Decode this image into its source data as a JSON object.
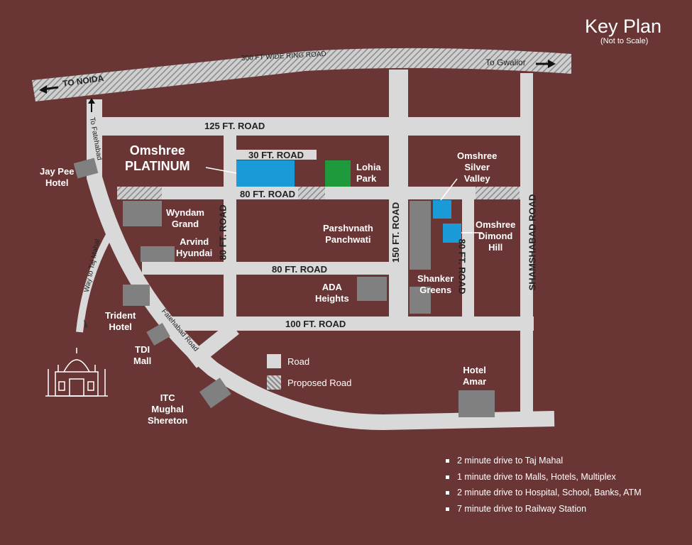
{
  "title": "Key Plan",
  "subtitle": "(Not to Scale)",
  "roads": {
    "ring_road": "300 FT WIDE RING ROAD",
    "to_noida": "TO NOIDA",
    "to_gwalior": "To Gwalior",
    "r125": "125 FT. ROAD",
    "r30": "30 FT. ROAD",
    "r80_top": "80 FT. ROAD",
    "r80_left_vertical": "80 FT. ROAD",
    "r80_middle": "80 FT. ROAD",
    "r150": "150 FT. ROAD",
    "r80_right_vertical": "80 FT. ROAD",
    "shamshabad": "SHAMSHABAD ROAD",
    "r100": "100 FT. ROAD",
    "to_fatehabad": "To Fatehabad",
    "way_to_taj": "Way to Taj Mahal",
    "fatehabad_road": "Fatehabad Road"
  },
  "project": {
    "line1": "Omshree",
    "line2": "PLATINUM",
    "color": "#1a9ad6"
  },
  "landmarks": {
    "jaypee": [
      "Jay Pee",
      "Hotel"
    ],
    "wyndam": [
      "Wyndam",
      "Grand"
    ],
    "arvind": [
      "Arvind",
      "Hyundai"
    ],
    "trident": [
      "Trident",
      "Hotel"
    ],
    "tdi": [
      "TDI",
      "Mall"
    ],
    "itc": [
      "ITC",
      "Mughal",
      "Shereton"
    ],
    "lohia": [
      "Lohia",
      "Park"
    ],
    "parshvnath": [
      "Parshvnath",
      "Panchwati"
    ],
    "ada": [
      "ADA",
      "Heights"
    ],
    "silver_valley": [
      "Omshree",
      "Silver",
      "Valley"
    ],
    "dimond_hill": [
      "Omshree",
      "Dimond",
      "Hill"
    ],
    "shanker": [
      "Shanker",
      "Greens"
    ],
    "hotel_amar": [
      "Hotel",
      "Amar"
    ]
  },
  "legend": {
    "road": "Road",
    "proposed": "Proposed Road"
  },
  "notes": [
    "2 minute drive to Taj Mahal",
    "1 minute drive to Malls, Hotels, Multiplex",
    "2 minute drive to Hospital, School, Banks, ATM",
    "7 minute drive to Railway Station"
  ],
  "colors": {
    "background": "#6a3535",
    "road": "#d9d9d9",
    "building": "#808080",
    "project_blue": "#1a9ad6",
    "park_green": "#1e9a3c"
  }
}
